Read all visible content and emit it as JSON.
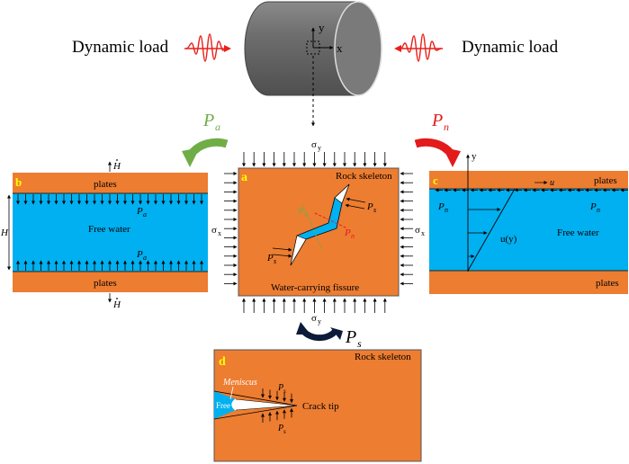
{
  "top": {
    "dynamic_load_left": "Dynamic load",
    "dynamic_load_right": "Dynamic load",
    "axis_x": "x",
    "axis_y": "y",
    "arrow_left_label": "P",
    "arrow_left_sub": "a",
    "arrow_right_label": "P",
    "arrow_right_sub": "n",
    "colors": {
      "wave": "#e8201a",
      "cylinder": "#6b6b6b",
      "rock": "#ed7d31",
      "water": "#00b0f0",
      "green_arrow": "#70ad47",
      "red_arrow": "#e31b1b",
      "navy_arrow": "#0d1b3a"
    }
  },
  "panel_a": {
    "letter": "a",
    "rock_label": "Rock skeleton",
    "fissure_label": "Water-carrying fissure",
    "sigma_y_top": "σ",
    "sigma_y_top_sub": "y",
    "sigma_y_bottom": "σ",
    "sigma_y_bottom_sub": "y",
    "sigma_x_left": "σ",
    "sigma_x_left_sub": "x",
    "sigma_x_right": "σ",
    "sigma_x_right_sub": "x",
    "p_a": "P",
    "p_a_sub": "a",
    "p_n": "P",
    "p_n_sub": "n",
    "p_s_upper": "P",
    "p_s_upper_sub": "s",
    "p_s_lower": "P",
    "p_s_lower_sub": "s"
  },
  "panel_b": {
    "letter": "b",
    "plates_top": "plates",
    "plates_bottom": "plates",
    "water": "Free water",
    "pa_top": "P",
    "pa_top_sub": "a",
    "pa_bottom": "P",
    "pa_bottom_sub": "a",
    "h": "H",
    "hdot_top": "H",
    "hdot_bottom": "H"
  },
  "panel_c": {
    "letter": "c",
    "plates_top": "plates",
    "plates_bottom": "plates",
    "water": "Free water",
    "axis_y": "y",
    "u": "u",
    "u_y": "u(y)",
    "pn_left": "P",
    "pn_left_sub": "n",
    "pn_right": "P",
    "pn_right_sub": "n"
  },
  "panel_d": {
    "letter": "d",
    "rock_label": "Rock skeleton",
    "meniscus": "Meniscus",
    "free_water": "Free water",
    "crack_tip": "Crack tip",
    "ps_top": "P",
    "ps_top_sub": "s",
    "ps_bottom": "P",
    "ps_bottom_sub": "s",
    "arrow_label": "P",
    "arrow_label_sub": "s"
  }
}
